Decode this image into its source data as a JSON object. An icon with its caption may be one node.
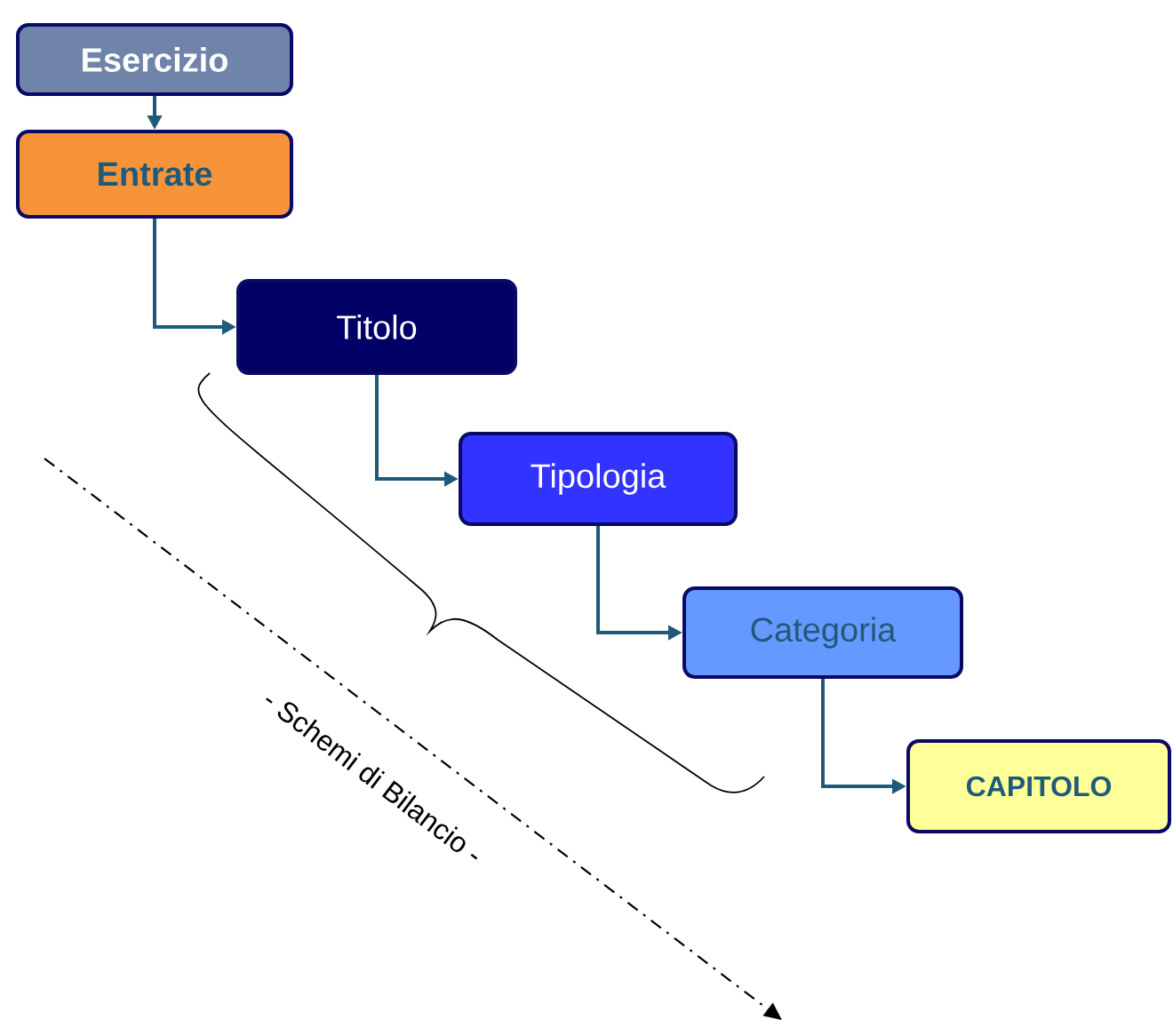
{
  "diagram": {
    "nodes": [
      {
        "text": [
          "Esercizio"
        ]
      },
      {
        "text": [
          "Entrate"
        ]
      },
      {
        "text": [
          "Titolo"
        ]
      },
      {
        "text": [
          "Tipologia"
        ]
      },
      {
        "text": [
          "Categoria"
        ]
      },
      {
        "text": [
          "CAPITOLO"
        ]
      }
    ],
    "edges": [
      {
        "from": 0,
        "to": 1,
        "arrow": "to"
      },
      {
        "from": 1,
        "to": 2,
        "arrow": "to"
      },
      {
        "from": 2,
        "to": 3,
        "arrow": "to"
      },
      {
        "from": 3,
        "to": 4,
        "arrow": "to"
      },
      {
        "from": 4,
        "to": 5,
        "arrow": "to"
      }
    ],
    "labels": [
      "- Schemi di Bilancio -"
    ]
  }
}
